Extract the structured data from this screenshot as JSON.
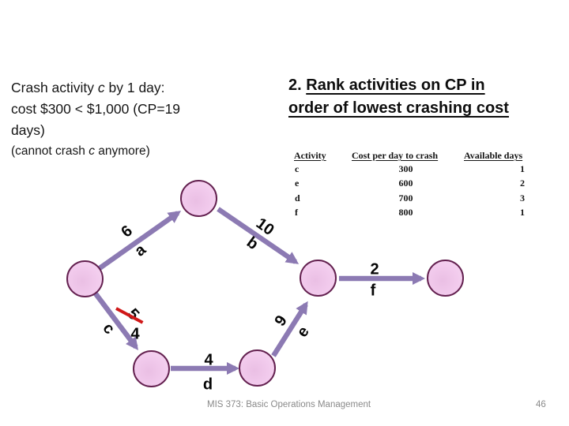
{
  "slide": {
    "notes": {
      "line1_pre": "Crash activity ",
      "line1_italic": "c",
      "line1_post": " by 1 day:",
      "line2": "cost $300 < $1,000 (CP=19",
      "line3": "days)",
      "line4_pre": "(cannot crash ",
      "line4_italic": "c",
      "line4_post": " anymore)"
    },
    "heading": {
      "prefix": "2. ",
      "underlined_line1": "Rank activities on CP in",
      "underlined_line2": "order of lowest crashing cost"
    },
    "table": {
      "headers": [
        "Activity",
        "Cost per day to crash",
        "Available days"
      ],
      "rows": [
        [
          "c",
          "300",
          "1"
        ],
        [
          "e",
          "600",
          "2"
        ],
        [
          "d",
          "700",
          "3"
        ],
        [
          "f",
          "800",
          "1"
        ]
      ]
    },
    "footer": {
      "course": "MIS 373: Basic Operations Management",
      "page": "46"
    }
  },
  "diagram": {
    "type": "activity-on-arrow-network",
    "node_count": 6,
    "edges": {
      "a": {
        "name": "a",
        "duration": "6"
      },
      "b": {
        "name": "b",
        "duration": "10"
      },
      "c": {
        "name": "c",
        "old_duration": "5",
        "new_duration": "4"
      },
      "d": {
        "name": "d",
        "duration": "4"
      },
      "e": {
        "name": "e",
        "duration": "9"
      },
      "f": {
        "name": "f",
        "duration": "2"
      }
    },
    "colors": {
      "arrow": "#8c7ab3",
      "node_fill": "#f2cbed",
      "node_border": "#63204f",
      "strike": "#d01818"
    }
  }
}
